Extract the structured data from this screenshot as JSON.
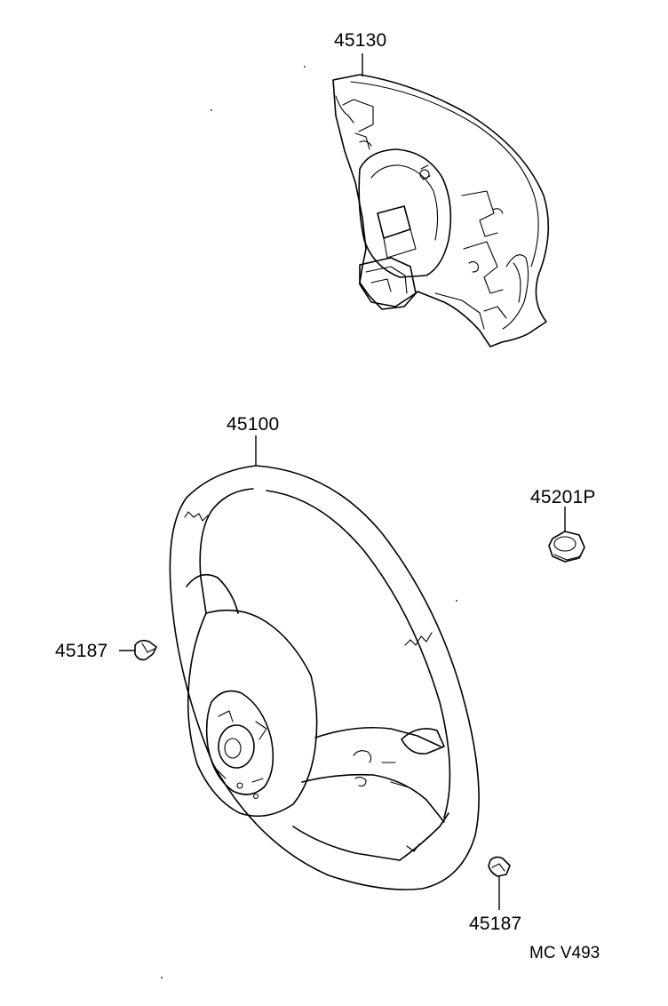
{
  "parts": {
    "horn_pad": {
      "number": "45130"
    },
    "steering_wheel": {
      "number": "45100"
    },
    "nut": {
      "number": "45201P"
    },
    "clip_left": {
      "number": "45187"
    },
    "clip_bottom": {
      "number": "45187"
    }
  },
  "reference_code": "MC V493"
}
